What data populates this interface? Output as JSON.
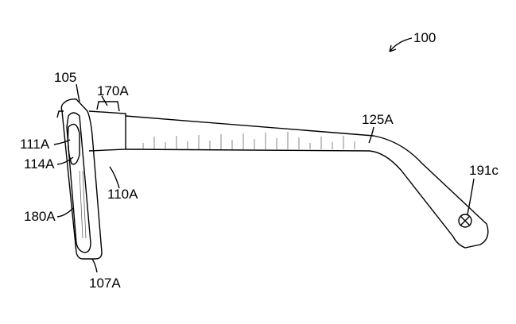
{
  "figure": {
    "reference_number": "100",
    "labels": {
      "l105": "105",
      "l170A": "170A",
      "l111A": "111A",
      "l114A": "114A",
      "l110A": "110A",
      "l180A": "180A",
      "l107A": "107A",
      "l125A": "125A",
      "l191c": "191c"
    }
  }
}
